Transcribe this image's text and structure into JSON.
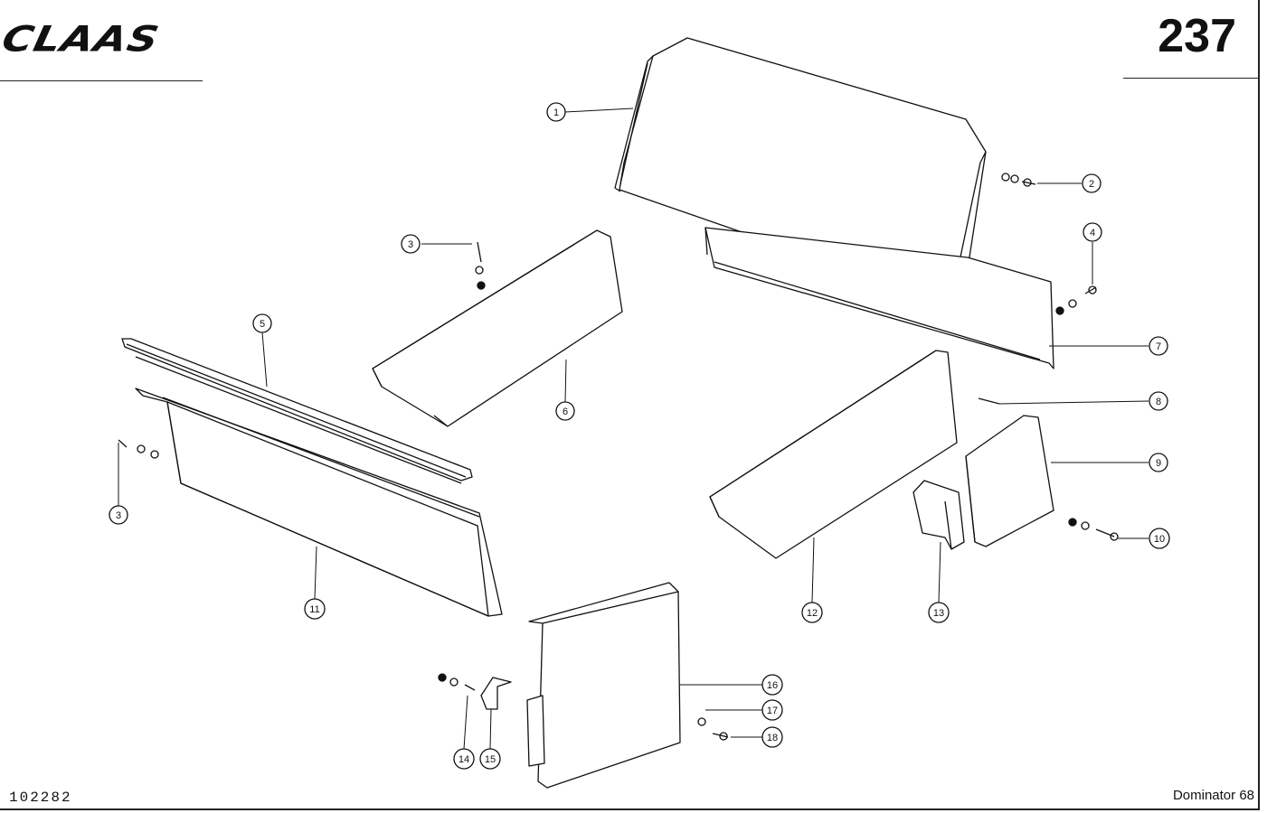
{
  "header": {
    "brand": "CLAAS",
    "page_number": "237"
  },
  "footer": {
    "document_code": "102282",
    "model": "Dominator 68"
  },
  "callouts": [
    "1",
    "2",
    "3",
    "4",
    "5",
    "6",
    "7",
    "8",
    "9",
    "10",
    "11",
    "12",
    "13",
    "14",
    "15",
    "16",
    "17",
    "18",
    "3"
  ]
}
